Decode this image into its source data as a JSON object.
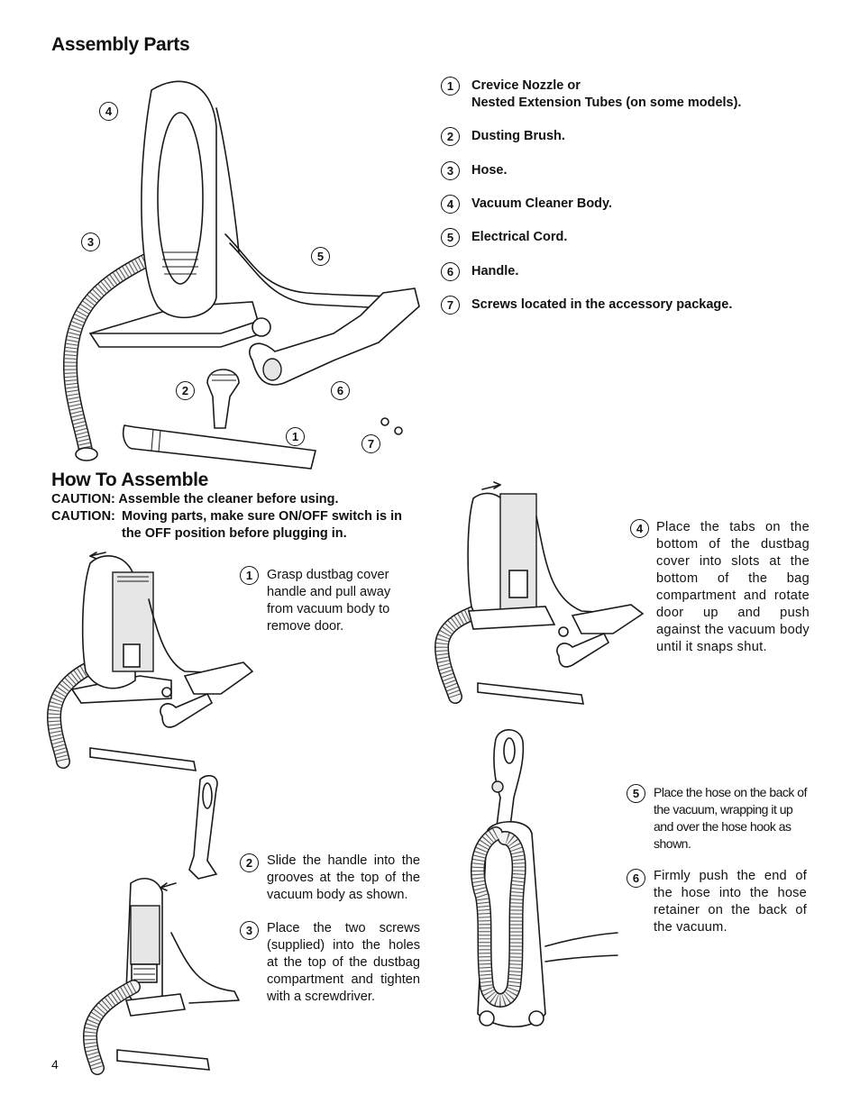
{
  "assembly_parts": {
    "title": "Assembly Parts",
    "parts": [
      {
        "num": "1",
        "line1": "Crevice Nozzle or",
        "line2": "Nested Extension Tubes (on some models)."
      },
      {
        "num": "2",
        "line1": "Dusting Brush."
      },
      {
        "num": "3",
        "line1": "Hose."
      },
      {
        "num": "4",
        "line1": "Vacuum Cleaner Body."
      },
      {
        "num": "5",
        "line1": "Electrical Cord."
      },
      {
        "num": "6",
        "line1": "Handle."
      },
      {
        "num": "7",
        "line1": "Screws located in the accessory package."
      }
    ],
    "callouts": [
      "1",
      "2",
      "3",
      "4",
      "5",
      "6",
      "7"
    ]
  },
  "how_to": {
    "title": "How To Assemble",
    "caution1": "CAUTION: Assemble the cleaner before using.",
    "caution2_label": "CAUTION:",
    "caution2_line1": "Moving parts, make sure ON/OFF switch is in",
    "caution2_line2": "the OFF position before plugging in.",
    "steps": [
      {
        "num": "1",
        "text": "Grasp dustbag cover handle and pull away from vacuum body to remove door."
      },
      {
        "num": "2",
        "text": "Slide the handle into the grooves at the top of the vacuum body as shown."
      },
      {
        "num": "3",
        "text": "Place the two screws (supplied) into the holes at  the top of the dustbag compartment and tighten with a screwdriver."
      },
      {
        "num": "4",
        "text": "Place the tabs on the bottom of the dustbag cover into slots at the bottom of the bag compartment and rotate door up and push against the vacuum body until it snaps shut."
      },
      {
        "num": "5",
        "text": "Place the hose on the back of the vacuum, wrapping it up and over the hose hook as shown."
      },
      {
        "num": "6",
        "text": "Firmly push the end of the hose into the hose retainer on the back of the vacuum."
      }
    ]
  },
  "page_number": "4"
}
